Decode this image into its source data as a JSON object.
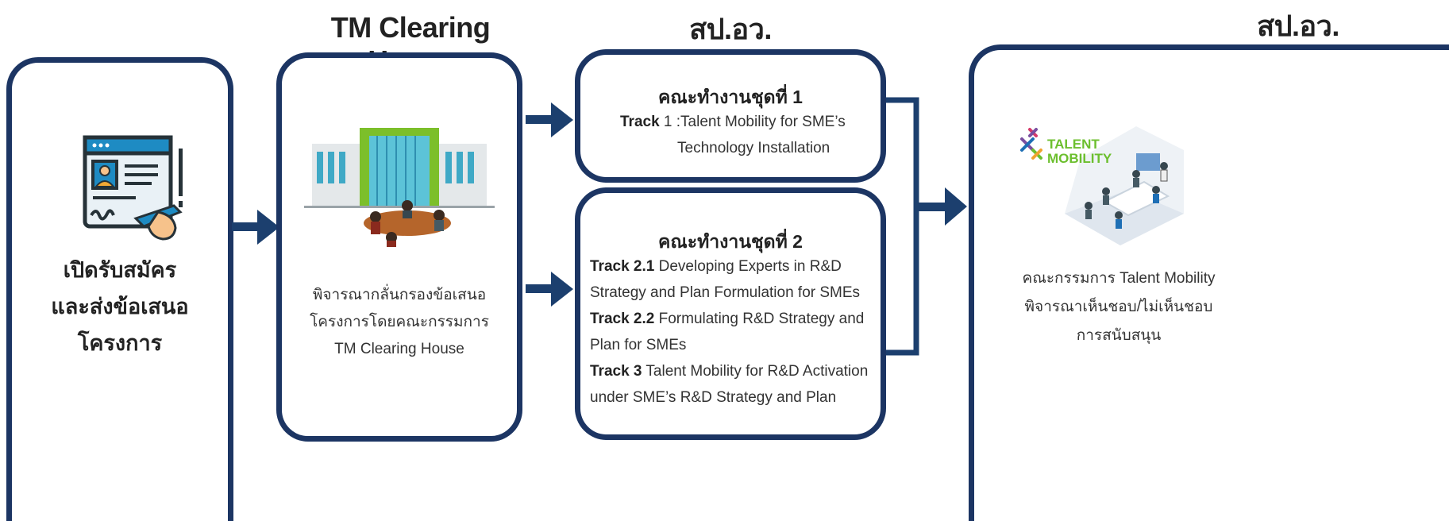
{
  "headings": {
    "box2": "TM Clearing House",
    "box3": "สป.อว.",
    "box4": "สป.อว."
  },
  "box1": {
    "line1": "เปิดรับสมัคร",
    "line2": "และส่งข้อเสนอโครงการ"
  },
  "box2": {
    "line1": "พิจารณากลั่นกรองข้อเสนอ",
    "line2": "โครงการโดยคณะกรรมการ",
    "line3": "TM Clearing House"
  },
  "wg1": {
    "title": "คณะทำงานชุดที่ 1",
    "track_label": "Track",
    "track_rest": " 1 :Talent Mobility for SME’s",
    "line2": "Technology Installation"
  },
  "wg2": {
    "title": "คณะทำงานชุดที่ 2",
    "t21_label": "Track 2.1",
    "t21_rest": " Developing Experts in R&D",
    "t21_line2": "Strategy and Plan Formulation for SMEs",
    "t22_label": "Track 2.2",
    "t22_rest": " Formulating R&D Strategy and",
    "t22_line2": "Plan for SMEs",
    "t3_label": "Track 3",
    "t3_rest": "  Talent Mobility for R&D Activation",
    "t3_line2": "under SME’s R&D Strategy and Plan"
  },
  "box4": {
    "logo_text_1": "TALENT",
    "logo_text_2": "MOBILITY",
    "line1": "คณะกรรมการ Talent Mobility",
    "line2": "พิจารณาเห็นชอบ/ไม่เห็นชอบ",
    "line3": "การสนับสนุน"
  },
  "colors": {
    "border": "#1c3563",
    "arrow": "#1c3f6e",
    "building_green": "#7cbf2a",
    "logo_green": "#6cbf2e",
    "logo_purple": "#7a4fa0"
  },
  "icons": [
    "registration-form-icon",
    "building-meeting-icon",
    "talent-mobility-meeting-icon",
    "arrow-right-icon"
  ]
}
